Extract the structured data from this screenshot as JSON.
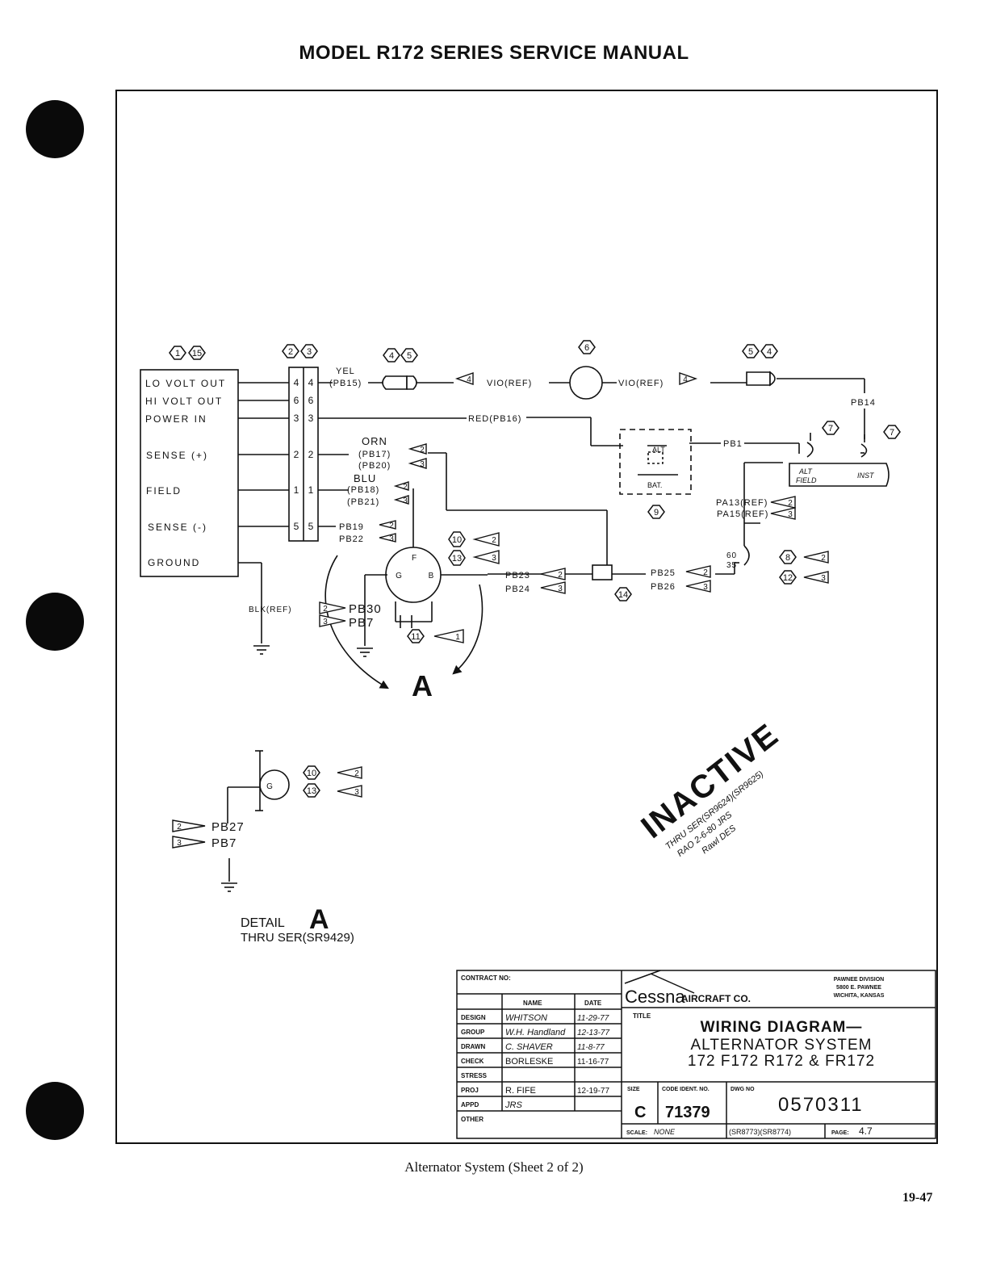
{
  "header": {
    "title": "MODEL R172 SERIES SERVICE MANUAL"
  },
  "caption": "Alternator System (Sheet 2 of 2)",
  "page_number": "19-47",
  "regulator": {
    "callouts": [
      "1",
      "15"
    ],
    "terminals": [
      "LO VOLT OUT",
      "HI VOLT OUT",
      "POWER IN",
      "SENSE (+)",
      "FIELD",
      "SENSE (-)",
      "GROUND"
    ]
  },
  "connector": {
    "callouts": [
      "2",
      "3"
    ],
    "pins_left": [
      "4",
      "6",
      "3",
      "2",
      "1",
      "5"
    ],
    "pins_right": [
      "4",
      "6",
      "3",
      "2",
      "1",
      "5"
    ]
  },
  "wires": {
    "yel": "YEL",
    "pb15": "(PB15)",
    "vio_ref_left": "VIO(REF)",
    "vio_ref_right": "VIO(REF)",
    "red_pb16": "RED(PB16)",
    "pb14": "PB14",
    "orn": "ORN",
    "pb17": "(PB17)",
    "pb20": "(PB20)",
    "blu": "BLU",
    "pb18": "(PB18)",
    "pb21": "(PB21)",
    "pb19": "PB19",
    "pb22": "PB22",
    "pb1": "PB1",
    "pa13": "PA13(REF)",
    "pa15": "PA15(REF)",
    "pb23": "PB23",
    "pb24": "PB24",
    "pb25": "PB25",
    "pb26": "PB26",
    "blk_ref": "BLK(REF)",
    "pb30": "PB30",
    "pb7": "PB7",
    "pb27": "PB27",
    "pb7_detail": "PB7",
    "breaker_60": "60",
    "breaker_35": "35"
  },
  "callouts": {
    "c45": [
      "4",
      "5"
    ],
    "c6": "6",
    "c54": [
      "5",
      "4"
    ],
    "c7a": "7",
    "c7b": "7",
    "c9": "9",
    "c10": "10",
    "c13": "13",
    "c14": "14",
    "c11": "11",
    "c8": "8",
    "c12": "12",
    "d10": "10",
    "d13": "13"
  },
  "flags": {
    "f4_left": "4",
    "f4_right": "4",
    "f2": "2",
    "f3": "3",
    "f1": "1"
  },
  "switch": {
    "alt": "ALT",
    "bat": "BAT.",
    "alt_field": [
      "ALT",
      "FIELD"
    ],
    "inst": "INST"
  },
  "alternator": {
    "terminals": [
      "F",
      "G",
      "B"
    ]
  },
  "detail_alt": {
    "terminal": "G"
  },
  "detail": {
    "label": "DETAIL",
    "letter": "A",
    "thru": "THRU SER(SR9429)",
    "view_letter": "A"
  },
  "stamp": {
    "word": "INACTIVE",
    "line1": "THRU SER(SR9624)(SR9625)",
    "line2": "RAO 2-6-80 JRS",
    "line3": "Rawl DES"
  },
  "title_block": {
    "contract_label": "CONTRACT NO:",
    "name_header": "NAME",
    "date_header": "DATE",
    "rows": [
      {
        "role": "DESIGN",
        "name": "WHITSON",
        "date": "11-29-77"
      },
      {
        "role": "GROUP",
        "name": "W.H. Handland",
        "date": "12-13-77"
      },
      {
        "role": "DRAWN",
        "name": "C. SHAVER",
        "date": "11-8-77"
      },
      {
        "role": "CHECK",
        "name": "BORLESKE",
        "date": "11-16-77"
      },
      {
        "role": "STRESS",
        "name": "",
        "date": ""
      },
      {
        "role": "PROJ",
        "name": "R. FIFE",
        "date": "12-19-77"
      },
      {
        "role": "APPD",
        "name": "JRS",
        "date": ""
      },
      {
        "role": "OTHER",
        "name": "",
        "date": ""
      }
    ],
    "company": "Cessna",
    "company_suffix": "AIRCRAFT CO.",
    "division": [
      "PAWNEE DIVISION",
      "5800 E. PAWNEE",
      "WICHITA, KANSAS"
    ],
    "title_label": "TITLE",
    "title": [
      "WIRING DIAGRAM—",
      "ALTERNATOR SYSTEM",
      "172 F172 R172 & FR172"
    ],
    "size_label": "SIZE",
    "size": "C",
    "code_ident_label": "CODE IDENT. NO.",
    "code_ident": "71379",
    "dwg_no_label": "DWG NO",
    "dwg_no": "0570311",
    "scale_label": "SCALE:",
    "scale": "NONE",
    "serials": "(SR8773)(SR8774)",
    "page_label": "PAGE:",
    "page": "4.7"
  }
}
